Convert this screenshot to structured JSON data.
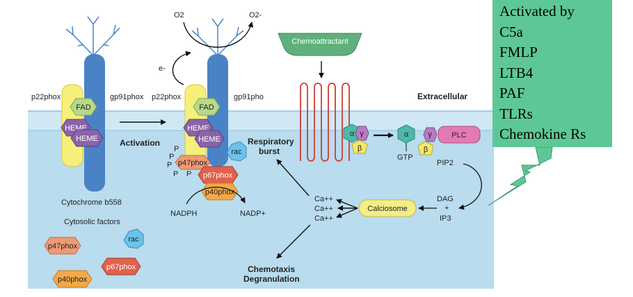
{
  "labels": {
    "o2": "O2",
    "o2minus": "O2-",
    "eminus": "e-",
    "chemoattractant": "Chemoattractant",
    "extracellular": "Extracellular",
    "p22_left": "p22phox",
    "gp91_left": "gp91phox",
    "p22_right": "p22phox",
    "gp91_right": "gp91pho",
    "fad": "FAD",
    "heme": "HEME",
    "activation": "Activation",
    "respiratory_burst_1": "Respiratory",
    "respiratory_burst_2": "burst",
    "rac": "rac",
    "p47": "p47phox",
    "p67": "p67phox",
    "p40": "p40phox",
    "phos": "P",
    "nadph": "NADPH",
    "nadp": "NADP+",
    "cytochrome": "Cytochrome b558",
    "cytosolic": "Cytosolic factors",
    "ca": "Ca++",
    "calciosome": "Calciosome",
    "dag": "DAG",
    "plus": "+",
    "ip3": "IP3",
    "alpha": "α",
    "beta": "β",
    "gamma": "γ",
    "gtp": "GTP",
    "pip2": "PIP2",
    "plc": "PLC",
    "chemotaxis": "Chemotaxis",
    "degranulation": "Degranulation"
  },
  "callout": {
    "title": "Activated by",
    "items": [
      "C5a",
      "FMLP",
      "LTB4",
      "PAF",
      "TLRs",
      "Chemokine Rs"
    ]
  },
  "colors": {
    "cytoplasm": "#b9dcee",
    "membrane": "#cfe8f4",
    "cytochrome": "#4a82c6",
    "yellow": "#f6ef7a",
    "green": "#b8d98a",
    "purple": "#8a63a8",
    "p47": "#ee9a74",
    "p67": "#e0614c",
    "p40": "#f4a848",
    "rac": "#6cc2ec",
    "receptor": "#d03a34",
    "chemoattractant": "#5fb07c",
    "plc": "#e47ab4",
    "alpha": "#4fb8a8",
    "gamma": "#b87ac4",
    "calciosome": "#f4ed88",
    "callout": "#5dc896"
  }
}
